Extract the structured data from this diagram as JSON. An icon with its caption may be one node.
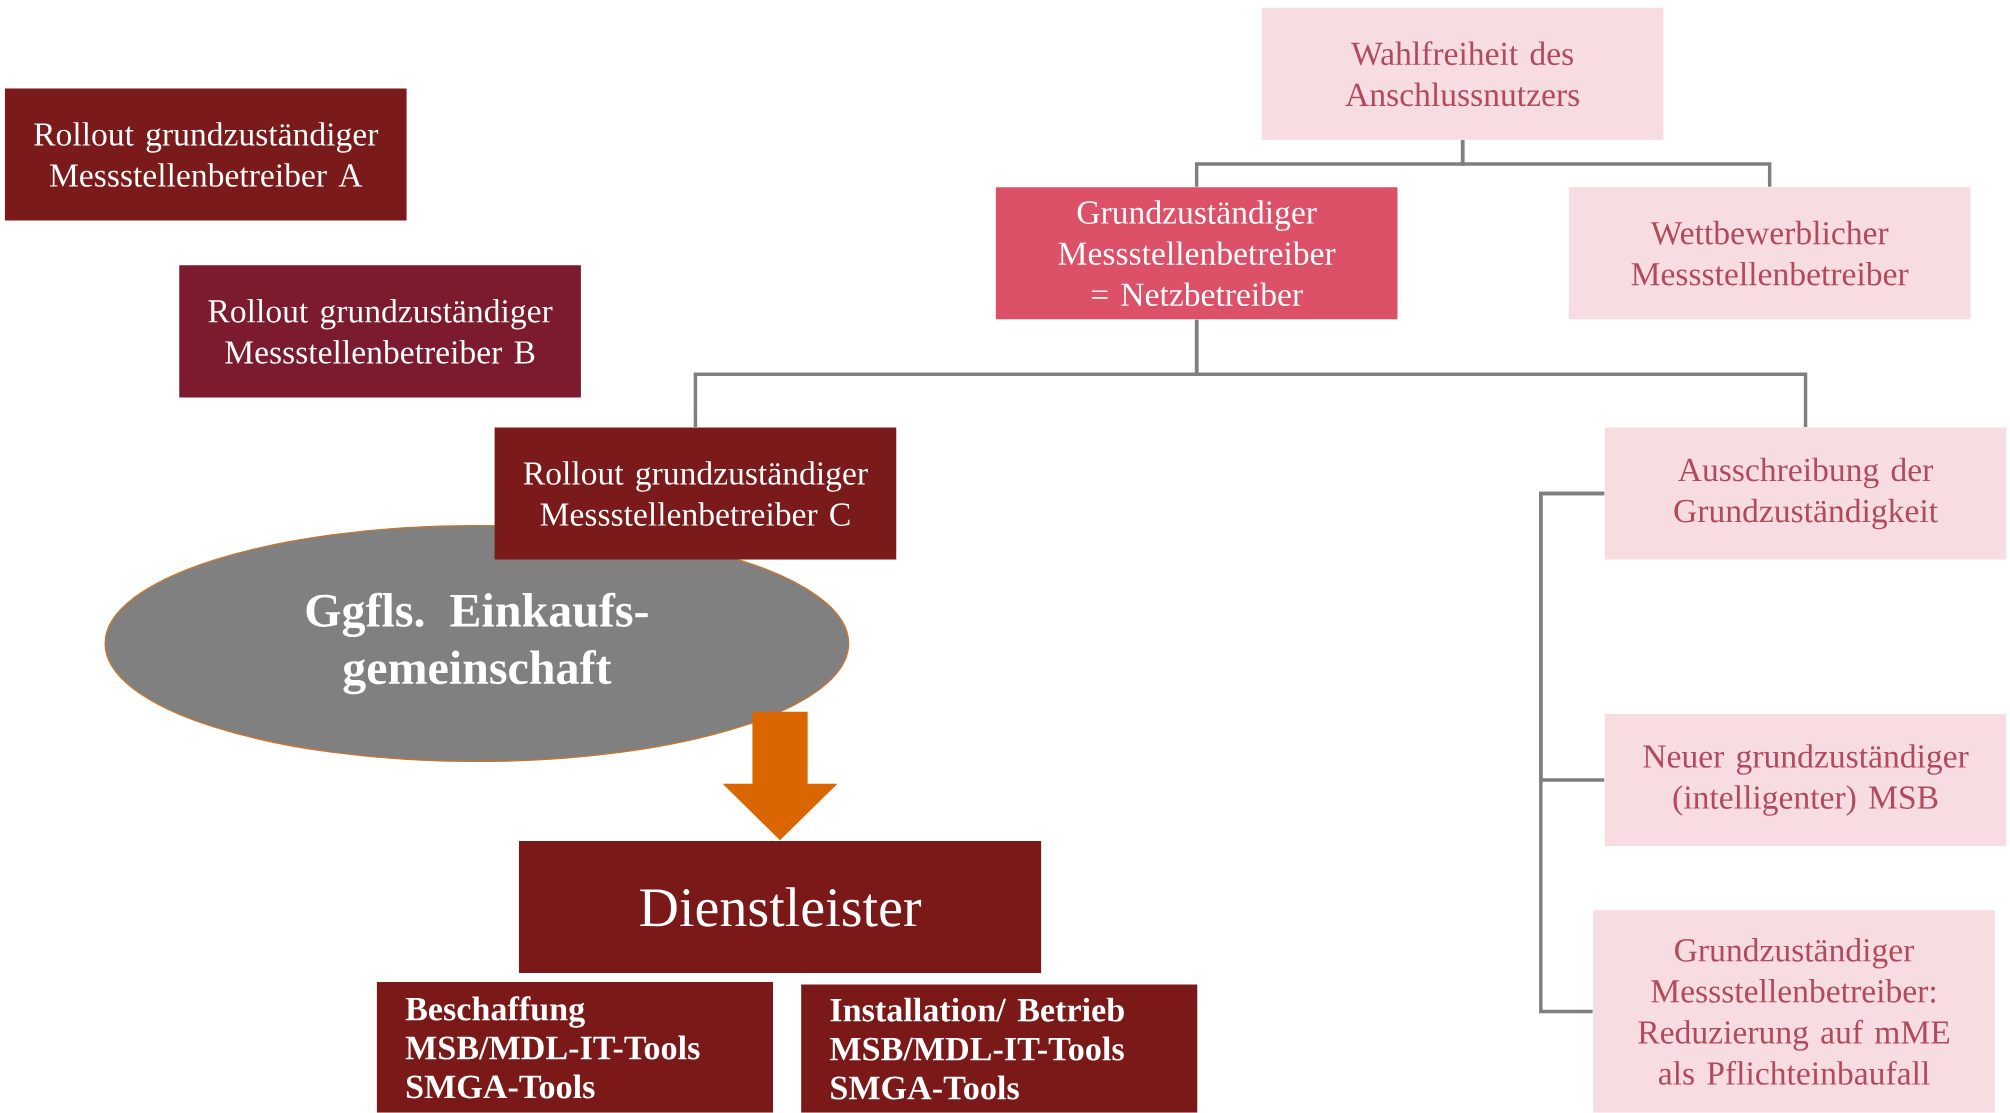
{
  "diagram": {
    "nodes": [
      {
        "text": [
          "Wahlfreiheit des Anschlussnutzers"
        ]
      },
      {
        "text": [
          "Rollout grundzuständiger Messstellenbetreiber A"
        ]
      },
      {
        "text": [
          "Grundzuständiger Messstellenbetreiber = Netzbetreiber"
        ]
      },
      {
        "text": [
          "Wettbewerblicher Messstellenbetreiber"
        ]
      },
      {
        "text": [
          "Rollout grundzuständiger Messstellenbetreiber B"
        ]
      },
      {
        "text": [
          "Rollout grundzuständiger Messstellenbetreiber C"
        ]
      },
      {
        "text": [
          "Ausschreibung der Grundzuständigkeit"
        ]
      },
      {
        "text": [
          "Ggfls. Einkaufs- gemeinschaft"
        ]
      },
      {
        "text": [
          "Neuer grundzuständiger (intelligenter) MSB"
        ]
      },
      {
        "text": [
          "Dienstleister"
        ]
      },
      {
        "text": [
          "Grundzuständiger Messstellenbetreiber: Reduzierung auf mME als Pflichteinbaufall"
        ]
      },
      {
        "text": [
          "Beschaffung",
          "MSB/MDL-IT-Tools",
          "SMGA-Tools"
        ]
      },
      {
        "text": [
          "Installation/ Betrieb",
          "MSB/MDL-IT-Tools",
          "SMGA-Tools"
        ]
      }
    ],
    "edges": [
      {
        "from": 0,
        "to": 2,
        "arrow": "none"
      },
      {
        "from": 0,
        "to": 3,
        "arrow": "none"
      },
      {
        "from": 2,
        "to": 5,
        "arrow": "none"
      },
      {
        "from": 2,
        "to": 6,
        "arrow": "none"
      },
      {
        "from": 6,
        "to": 8,
        "arrow": "none"
      },
      {
        "from": 6,
        "to": 10,
        "arrow": "none"
      },
      {
        "from": 7,
        "to": 9,
        "arrow": "to",
        "style": "thick",
        "color": "#d96600"
      }
    ]
  }
}
